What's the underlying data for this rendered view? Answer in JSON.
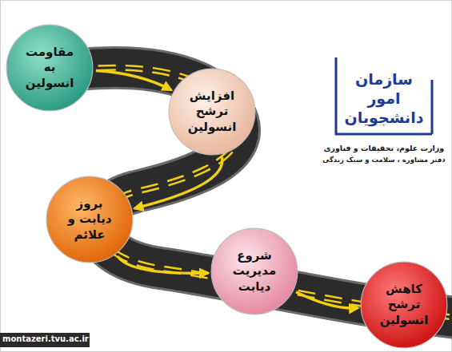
{
  "diagram": {
    "nodes": [
      {
        "text": [
          "مقاومت به انسولین"
        ]
      },
      {
        "text": [
          "افزایش ترشح انسولین"
        ]
      },
      {
        "text": [
          "بروز دیابت و علائم"
        ]
      },
      {
        "text": [
          "شروع مدیریت دیابت"
        ]
      },
      {
        "text": [
          "کاهش ترشح انسولین"
        ]
      }
    ],
    "edges": [
      {
        "from": 0,
        "to": 1,
        "arrow": "to"
      },
      {
        "from": 1,
        "to": 2,
        "arrow": "to"
      },
      {
        "from": 2,
        "to": 3,
        "arrow": "to"
      },
      {
        "from": 3,
        "to": 4,
        "arrow": "to"
      }
    ],
    "labels": [
      "سازمان امور دانشجویان",
      "وزارت علوم، تحقیقات و فناوری",
      "دفتر مشاوره ، سلامت و سبک زندگی",
      "montazeri.tvu.ac.ir"
    ]
  }
}
